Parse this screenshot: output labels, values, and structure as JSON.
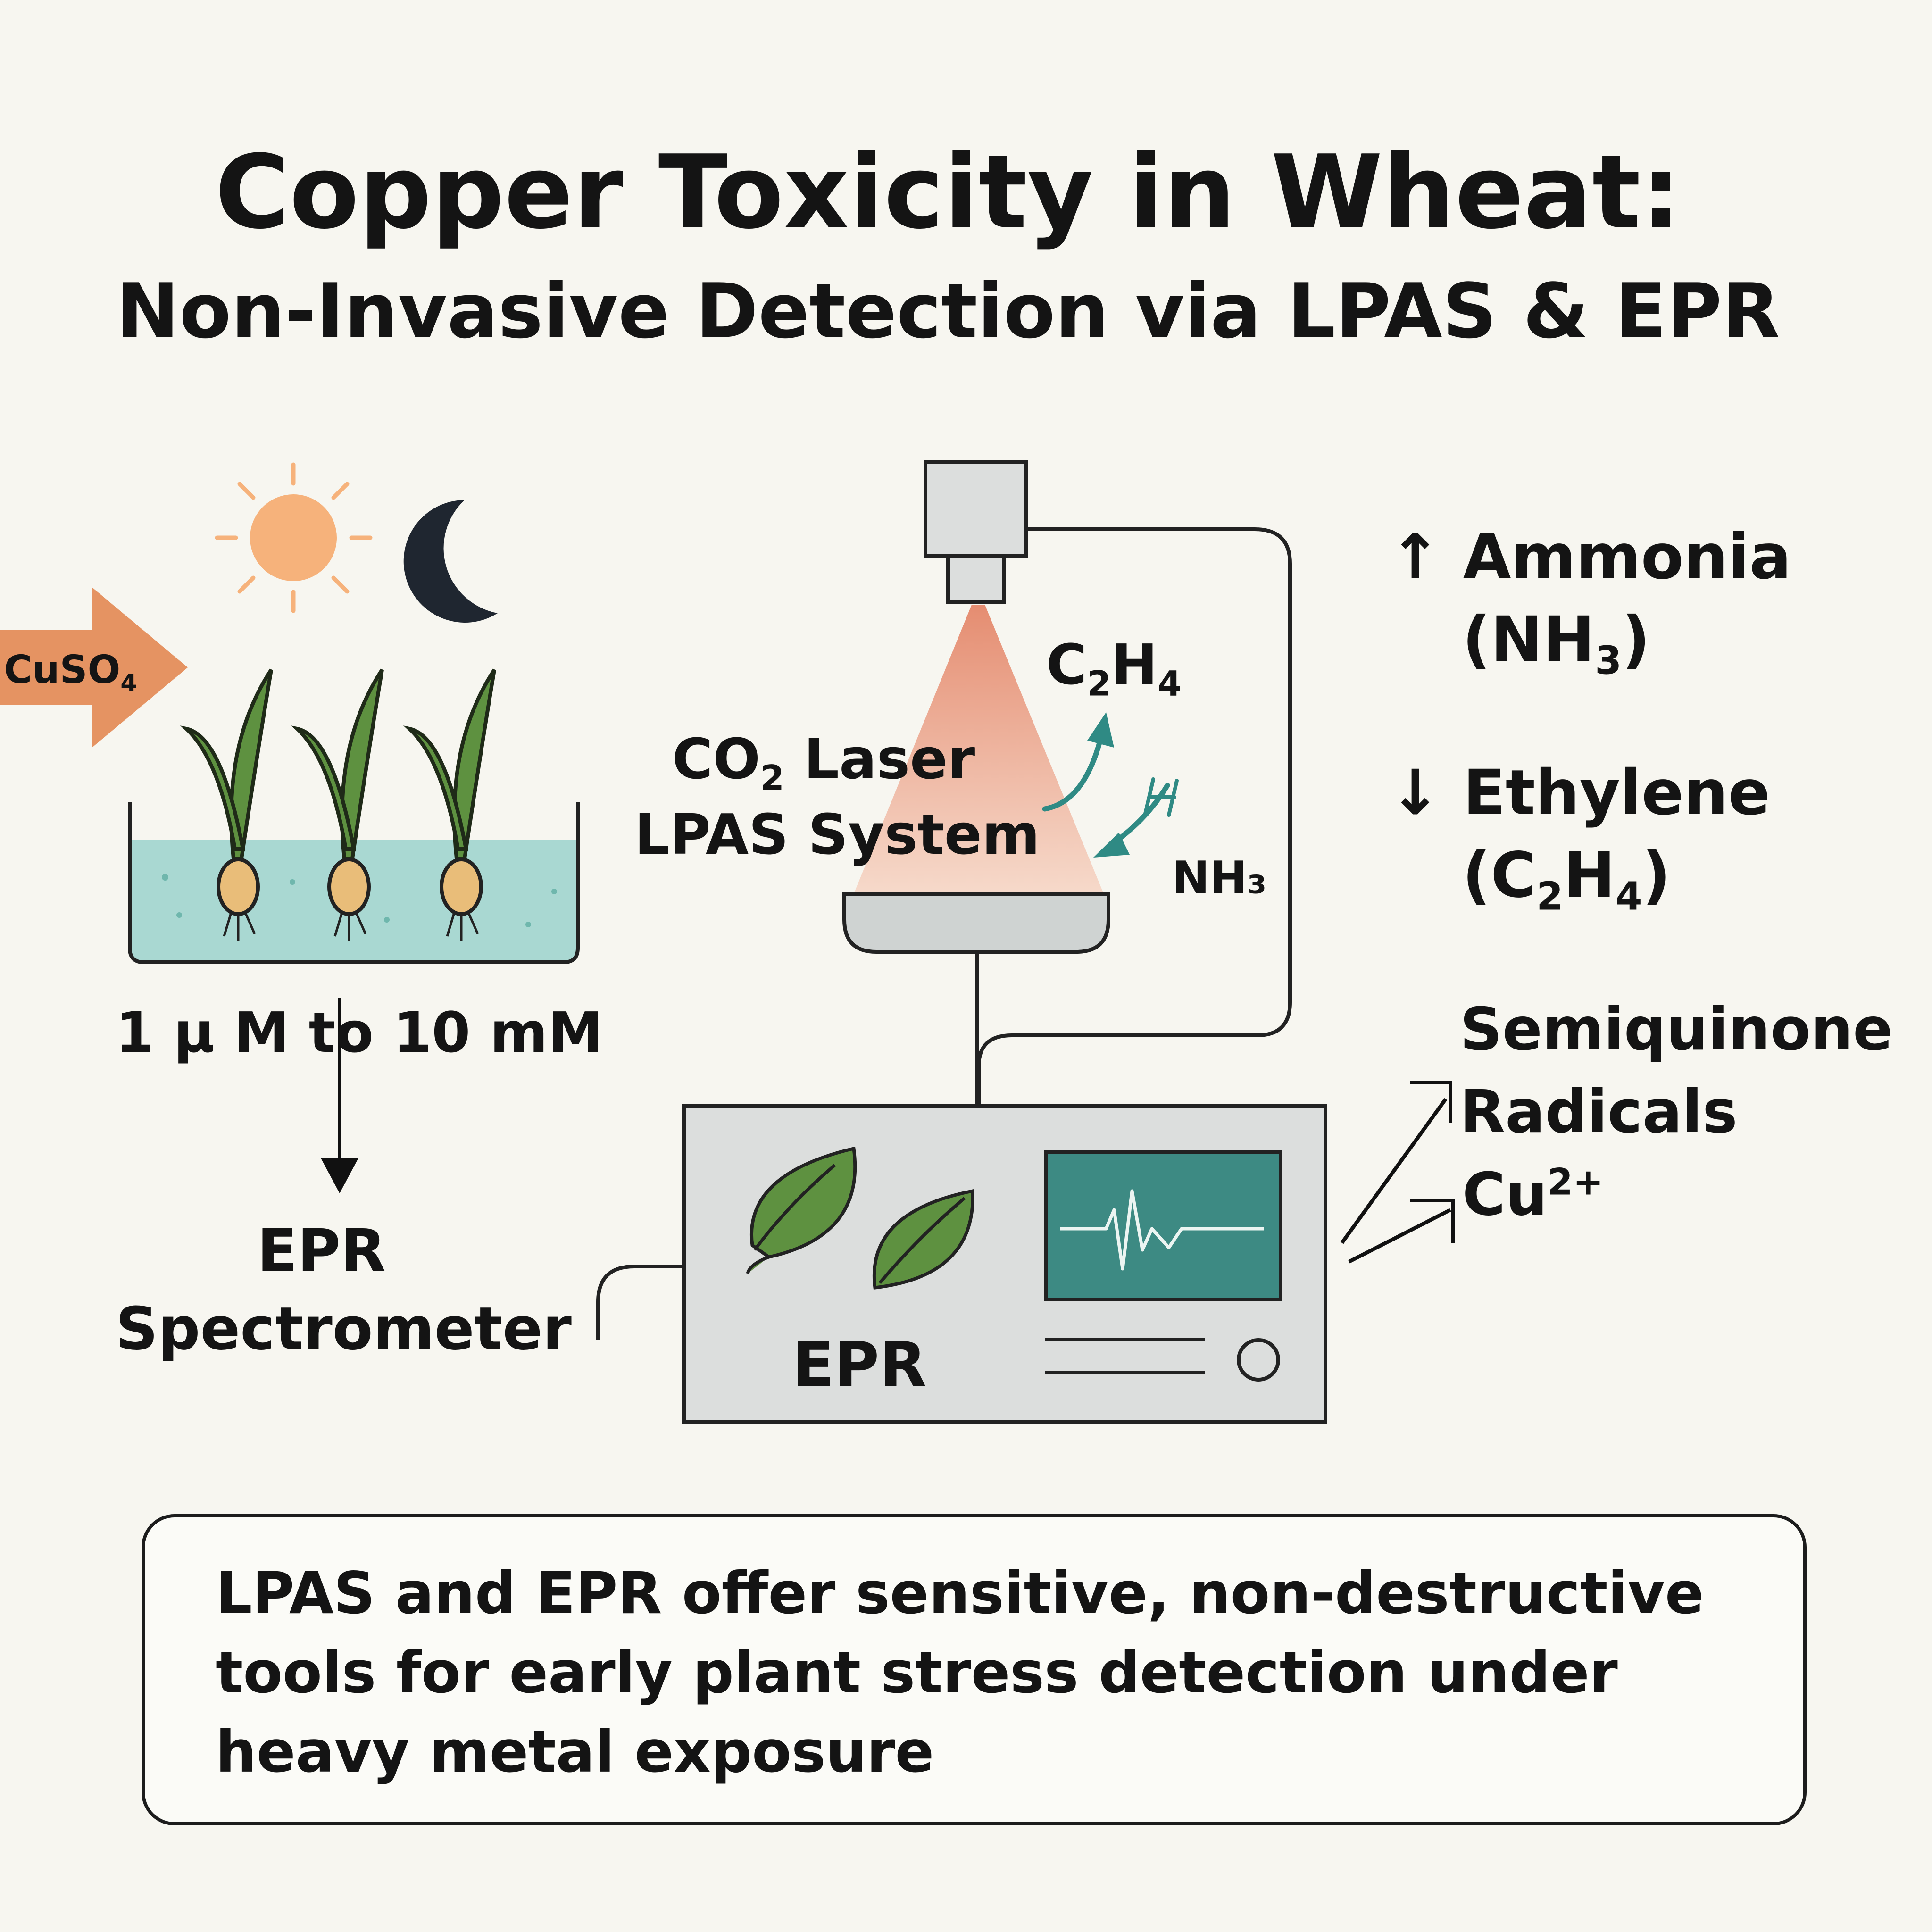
{
  "title": {
    "line1": "Copper Toxicity in Wheat:",
    "line2": "Non-Invasive Detection via LPAS & EPR"
  },
  "treatment": {
    "arrow_label_main": "CuSO",
    "arrow_label_sub": "4",
    "concentration": "1 µ M  to 10 mM",
    "epr_label_line1": "EPR",
    "epr_label_line2": "Spectrometer"
  },
  "lpas": {
    "label_line1_main": "CO",
    "label_line1_sub": "2",
    "label_line1_rest": " Laser",
    "label_line2": "LPAS System",
    "gas_out_main": "C",
    "gas_out_sub1": "2",
    "gas_out_mid": "H",
    "gas_out_sub2": "4",
    "gas_in": "NH₃"
  },
  "epr_instrument": {
    "label": "EPR"
  },
  "results": {
    "ammonia_line1": "↑ Ammonia",
    "ammonia_line2_main": "(NH",
    "ammonia_line2_sub": "3",
    "ammonia_line2_end": ")",
    "ethylene_line1": "↓ Ethylene",
    "ethylene_line2_main": "(C",
    "ethylene_line2_sub1": "2",
    "ethylene_line2_mid": "H",
    "ethylene_line2_sub2": "4",
    "ethylene_line2_end": ")",
    "semiquinone_line1": "Semiquinone",
    "semiquinone_line2": "Radicals",
    "cu_main": "Cu",
    "cu_sup": "2+"
  },
  "summary": {
    "line1": "LPAS and EPR offer sensitive, non-destructive",
    "line2": "tools for early plant stress detection under",
    "line3": "heavy metal exposure"
  },
  "colors": {
    "background": "#f7f6f0",
    "arrow_orange": "#e59362",
    "sun": "#f6b27b",
    "moon": "#1f2630",
    "water": "#a9d8d2",
    "leaf": "#5e9140",
    "seed": "#e9bd79",
    "beam": "#e99a78",
    "teal": "#2f8a84",
    "screen": "#3d8a83",
    "instrument": "#dcdedd"
  }
}
